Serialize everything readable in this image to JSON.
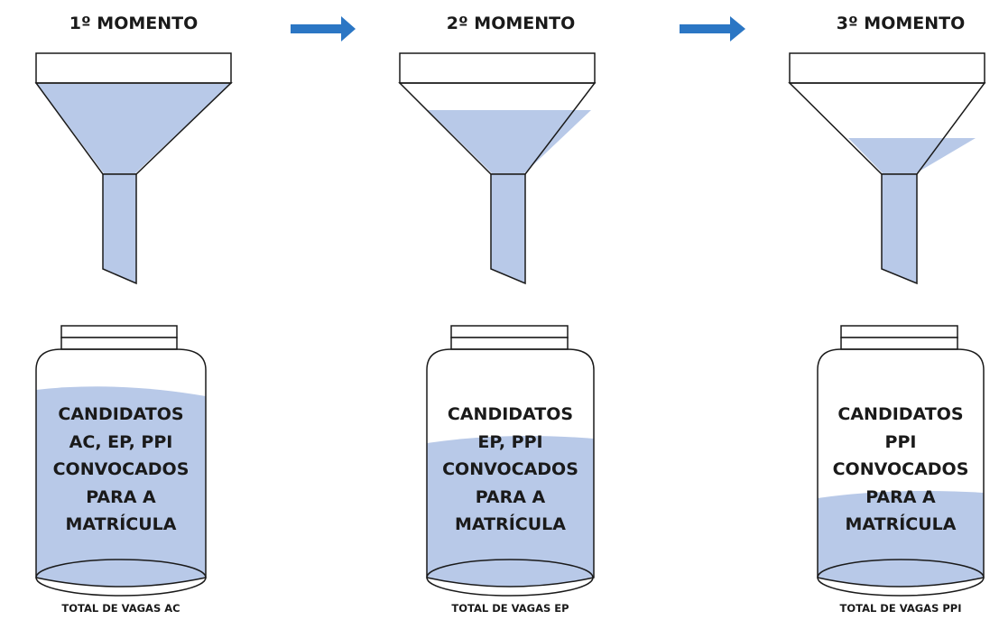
{
  "diagram": {
    "colors": {
      "liquid": "#b8c9e8",
      "outline": "#1a1a1a",
      "arrow": "#2b76c4",
      "text": "#1a1a1a"
    },
    "stages": [
      {
        "title": "1º MOMENTO",
        "jar_lines": [
          "CANDIDATOS",
          "AC, EP, PPI",
          "CONVOCADOS",
          "PARA A",
          "MATRÍCULA"
        ],
        "footer": "TOTAL DE VAGAS AC"
      },
      {
        "title": "2º MOMENTO",
        "jar_lines": [
          "CANDIDATOS",
          "EP, PPI",
          "CONVOCADOS",
          "PARA A",
          "MATRÍCULA"
        ],
        "footer": "TOTAL DE VAGAS EP"
      },
      {
        "title": "3º MOMENTO",
        "jar_lines": [
          "CANDIDATOS",
          "PPI",
          "CONVOCADOS",
          "PARA A",
          "MATRÍCULA"
        ],
        "footer": "TOTAL DE VAGAS PPI"
      }
    ],
    "arrow_icon": "right-arrow-icon"
  }
}
